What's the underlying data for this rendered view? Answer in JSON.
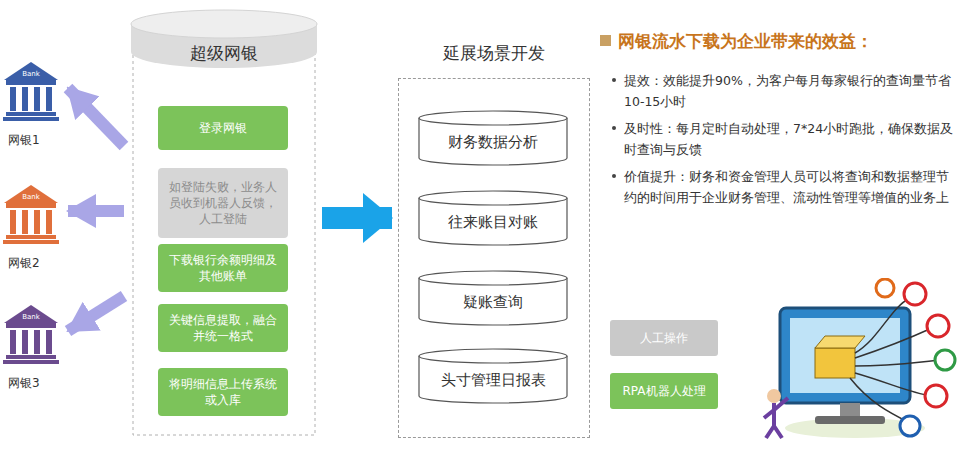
{
  "diagram": {
    "title": "网银流水下载为企业带来的效益：",
    "nodes": [
      {
        "text": [
          "Bank",
          "网银1"
        ]
      },
      {
        "text": [
          "Bank",
          "网银2"
        ]
      },
      {
        "text": [
          "Bank",
          "网银3"
        ]
      },
      {
        "text": [
          "超级网银"
        ]
      },
      {
        "text": [
          "登录网银"
        ],
        "in": 3
      },
      {
        "text": [
          "如登陆失败，业务人员收到机器人反馈，人工登陆"
        ],
        "in": 3
      },
      {
        "text": [
          "下载银行余额明细及其他账单"
        ],
        "in": 3
      },
      {
        "text": [
          "关键信息提取，融合并统一格式"
        ],
        "in": 3
      },
      {
        "text": [
          "将明细信息上传系统或入库"
        ],
        "in": 3
      },
      {
        "text": [
          "延展场景开发"
        ]
      },
      {
        "text": [
          "财务数据分析"
        ],
        "in": 9
      },
      {
        "text": [
          "往来账目对账"
        ],
        "in": 9
      },
      {
        "text": [
          "疑账查询"
        ],
        "in": 9
      },
      {
        "text": [
          "头寸管理日报表"
        ],
        "in": 9
      }
    ],
    "edges": [
      {
        "from": 3,
        "to": 0,
        "arrow": "to"
      },
      {
        "from": 3,
        "to": 1,
        "arrow": "to"
      },
      {
        "from": 3,
        "to": 2,
        "arrow": "to"
      },
      {
        "from": 3,
        "to": 9,
        "arrow": "to"
      }
    ],
    "labels": [
      "提效：效能提升90%，为客户每月每家银行的查询量节省10-15小时",
      "及时性：每月定时自动处理，7*24小时跑批，确保数据及时查询与反馈",
      "价值提升：财务和资金管理人员可以将查询和数据整理节约的时间用于企业财务管理、流动性管理等增值的业务上"
    ],
    "legend": [
      {
        "text": "人工操作",
        "color": "#c9c9c9"
      },
      {
        "text": "RPA机器人处理",
        "color": "#7cc35a"
      }
    ]
  }
}
